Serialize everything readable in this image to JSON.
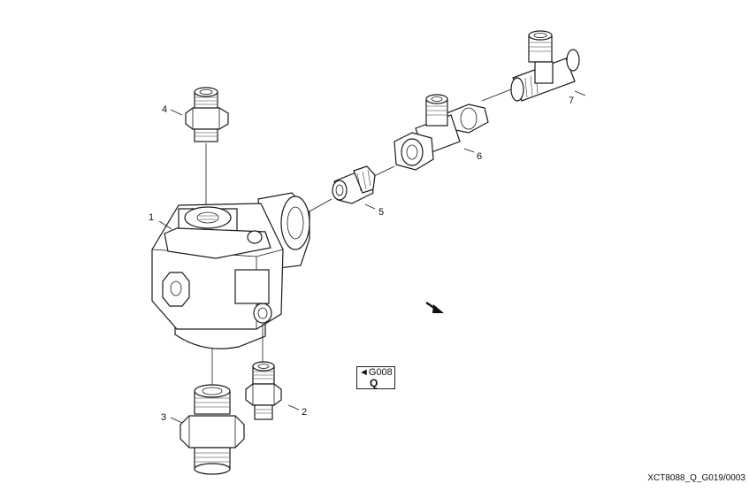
{
  "callouts": [
    {
      "id": "1",
      "label": "1"
    },
    {
      "id": "2",
      "label": "2"
    },
    {
      "id": "3",
      "label": "3"
    },
    {
      "id": "4",
      "label": "4"
    },
    {
      "id": "5",
      "label": "5"
    },
    {
      "id": "6",
      "label": "6"
    },
    {
      "id": "7",
      "label": "7"
    }
  ],
  "reference": {
    "code": "◄G008",
    "letter": "Q"
  },
  "document_code": "XCT8088_Q_G019/0003"
}
